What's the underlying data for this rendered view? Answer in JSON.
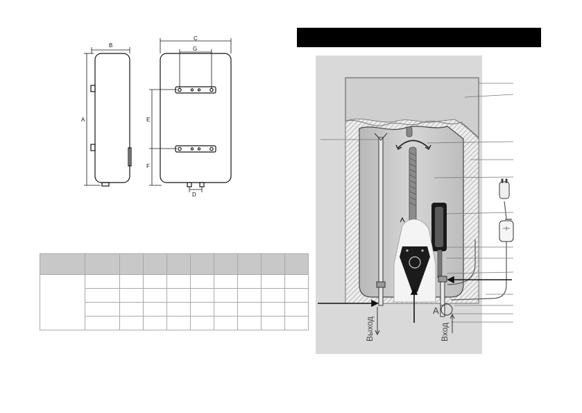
{
  "page": {
    "background": "#ffffff"
  },
  "dimension_drawing": {
    "labels": {
      "a": "A",
      "b": "B",
      "c": "C",
      "d": "D",
      "e": "E",
      "f": "F",
      "g": "G"
    }
  },
  "spec_table": {
    "header_fill": "#c8c8c8",
    "border_color": "#a8a8a8",
    "rows": 5,
    "columns": 10
  },
  "title_bar": {
    "color": "#000000",
    "text": ""
  },
  "heater_diagram": {
    "labels": {
      "outlet": "Выход",
      "inlet": "Вход",
      "point_a": "A"
    }
  }
}
